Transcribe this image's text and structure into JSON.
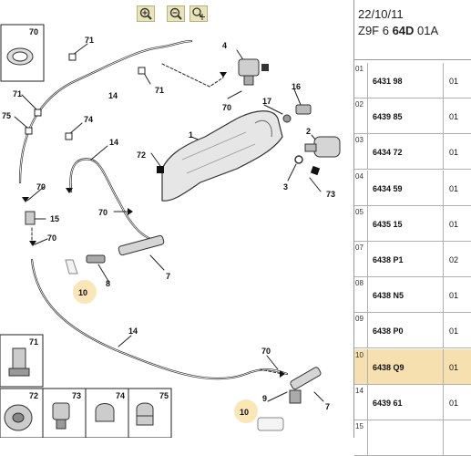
{
  "toolbar": {
    "buttons": [
      {
        "icon": "zoom-in-icon"
      },
      {
        "icon": "zoom-out-icon"
      },
      {
        "icon": "pan-icon"
      }
    ]
  },
  "header": {
    "date": "22/10/11",
    "code_prefix": "Z9F 6 ",
    "code_bold": "64D",
    "code_suffix": " 01A"
  },
  "parts_list": [
    {
      "index": "01",
      "ref": "6431 98",
      "qty": "01",
      "selected": false
    },
    {
      "index": "02",
      "ref": "6439 85",
      "qty": "01",
      "selected": false
    },
    {
      "index": "03",
      "ref": "6434 72",
      "qty": "01",
      "selected": false
    },
    {
      "index": "04",
      "ref": "6434 59",
      "qty": "01",
      "selected": false
    },
    {
      "index": "05",
      "ref": "6435 15",
      "qty": "01",
      "selected": false
    },
    {
      "index": "07",
      "ref": "6438 P1",
      "qty": "02",
      "selected": false
    },
    {
      "index": "08",
      "ref": "6438 N5",
      "qty": "01",
      "selected": false
    },
    {
      "index": "09",
      "ref": "6438 P0",
      "qty": "01",
      "selected": false
    },
    {
      "index": "10",
      "ref": "6438 Q9",
      "qty": "01",
      "selected": true
    },
    {
      "index": "14",
      "ref": "6439 61",
      "qty": "01",
      "selected": false
    },
    {
      "index": "15",
      "ref": "",
      "qty": "",
      "selected": false
    }
  ],
  "callouts": {
    "n1": "1",
    "n2": "2",
    "n3": "3",
    "n4": "4",
    "n7a": "7",
    "n7b": "7",
    "n8": "8",
    "n9": "9",
    "n10a": "10",
    "n10b": "10",
    "n14a": "14",
    "n14b": "14",
    "n14c": "14",
    "n15": "15",
    "n16": "16",
    "n17": "17",
    "n70a": "70",
    "n70b": "70",
    "n70c": "70",
    "n70d": "70",
    "n70e": "70",
    "n71a": "71",
    "n71b": "71",
    "n71c": "71",
    "n72": "72",
    "n73": "73",
    "n74": "74",
    "n75": "75"
  },
  "insets": [
    {
      "label": "70",
      "icon": "hose-clamp-icon"
    },
    {
      "label": "71",
      "icon": "clip-icon"
    },
    {
      "label": "72",
      "icon": "grommet-icon"
    },
    {
      "label": "73",
      "icon": "fixing-clip-icon"
    },
    {
      "label": "74",
      "icon": "hose-clip-icon"
    },
    {
      "label": "75",
      "icon": "double-clip-icon"
    }
  ]
}
